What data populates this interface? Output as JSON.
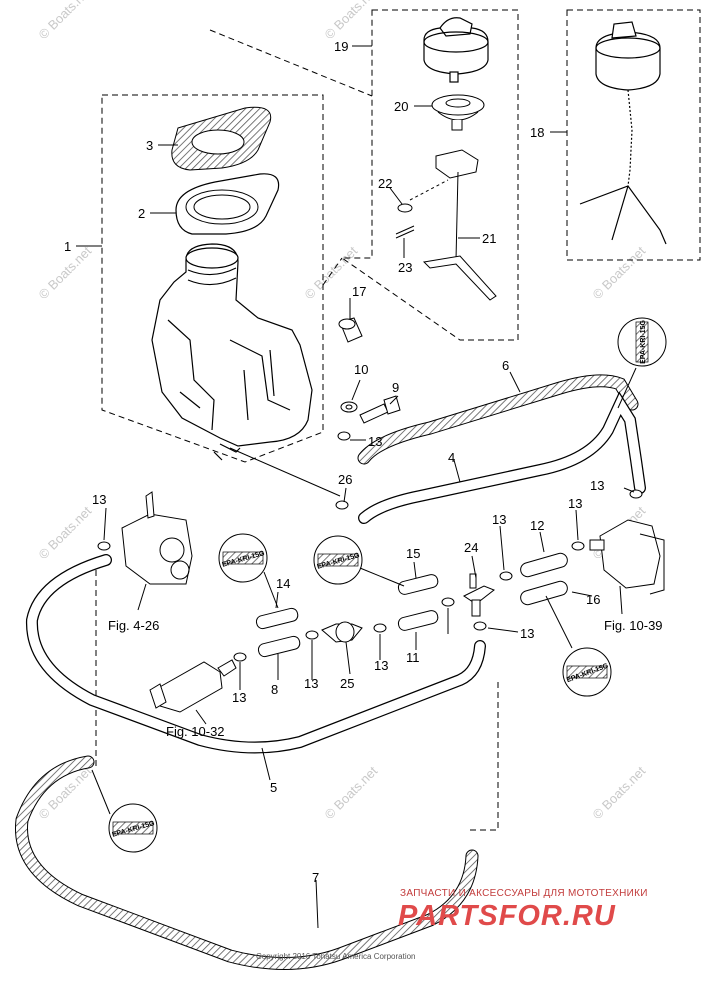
{
  "callouts": {
    "n1": "1",
    "n2": "2",
    "n3": "3",
    "n4": "4",
    "n5": "5",
    "n6": "6",
    "n7": "7",
    "n8": "8",
    "n9": "9",
    "n10": "10",
    "n11": "11",
    "n12": "12",
    "n13_a": "13",
    "n13_b": "13",
    "n13_c": "13",
    "n13_d": "13",
    "n13_e": "13",
    "n13_f": "13",
    "n13_g": "13",
    "n13_h": "13",
    "n13_i": "13",
    "n14": "14",
    "n15": "15",
    "n16": "16",
    "n17": "17",
    "n18": "18",
    "n19": "19",
    "n20": "20",
    "n21": "21",
    "n22": "22",
    "n23": "23",
    "n24": "24",
    "n25": "25",
    "n26": "26"
  },
  "figure_refs": {
    "fig_4_26": "Fig. 4-26",
    "fig_10_39": "Fig. 10-39",
    "fig_10_32": "Fig. 10-32"
  },
  "epa_label": "EPA-KRI-15G",
  "watermark": "© Boats.net",
  "footer": {
    "ru_text": "ЗАПЧАСТИ И АКСЕССУАРЫ ДЛЯ МОТОТЕХНИКИ",
    "brand": "PARTSFOR.RU",
    "copyright": "Copyright 2016 Tohatsu America Corporation"
  },
  "colors": {
    "line": "#000000",
    "brand_red": "#e04a4a",
    "hatch": "#7a7a7a"
  }
}
